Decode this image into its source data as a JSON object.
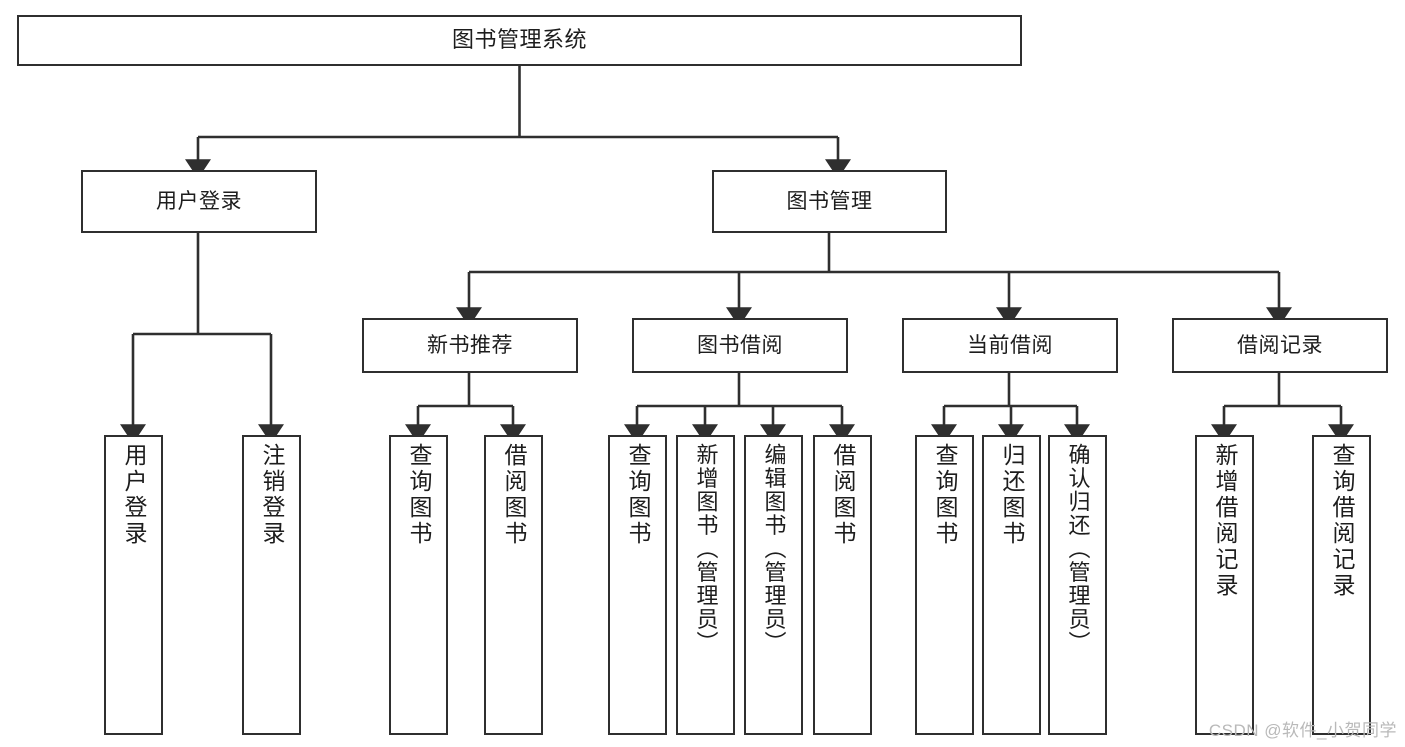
{
  "diagram": {
    "title": "图书管理系统",
    "type": "hierarchy-tree",
    "levels": 4,
    "colors": {
      "box_border": "#2f2f2f",
      "box_fill": "#ffffff",
      "connector": "#2f2f2f",
      "background": "#ffffff",
      "watermark": "#b9b9b9"
    }
  },
  "root": {
    "label": "图书管理系统"
  },
  "level2": [
    {
      "label": "用户登录"
    },
    {
      "label": "图书管理"
    }
  ],
  "level3": [
    {
      "label": "新书推荐"
    },
    {
      "label": "图书借阅"
    },
    {
      "label": "当前借阅"
    },
    {
      "label": "借阅记录"
    }
  ],
  "leaves": [
    {
      "label": "用户登录",
      "parent": "用户登录"
    },
    {
      "label": "注销登录",
      "parent": "用户登录"
    },
    {
      "label": "查询图书",
      "parent": "新书推荐"
    },
    {
      "label": "借阅图书",
      "parent": "新书推荐"
    },
    {
      "label": "查询图书",
      "parent": "图书借阅"
    },
    {
      "label": "新增图书（管理员）",
      "parent": "图书借阅"
    },
    {
      "label": "编辑图书（管理员）",
      "parent": "图书借阅"
    },
    {
      "label": "借阅图书",
      "parent": "图书借阅"
    },
    {
      "label": "查询图书",
      "parent": "当前借阅"
    },
    {
      "label": "归还图书",
      "parent": "当前借阅"
    },
    {
      "label": "确认归还（管理员）",
      "parent": "当前借阅"
    },
    {
      "label": "新增借阅记录",
      "parent": "借阅记录"
    },
    {
      "label": "查询借阅记录",
      "parent": "借阅记录"
    }
  ],
  "watermark": {
    "text": "CSDN @软件_小贺同学"
  }
}
